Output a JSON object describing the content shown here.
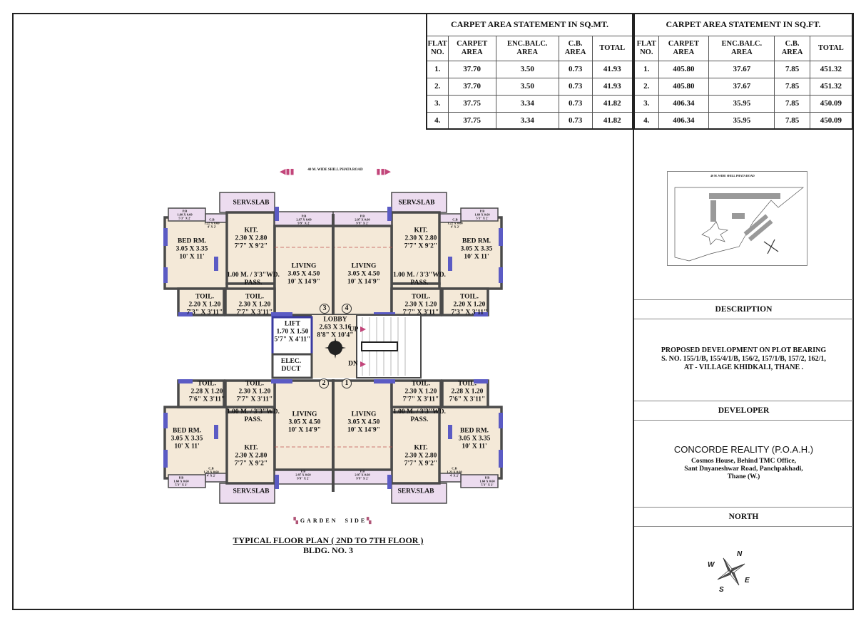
{
  "carpet_tables": {
    "sqmt": {
      "title": "CARPET AREA STATEMENT IN SQ.MT.",
      "headers": [
        "FLAT\nNO.",
        "CARPET\nAREA",
        "ENC.BALC.\nAREA",
        "C.B.\nAREA",
        "TOTAL"
      ],
      "rows": [
        [
          "1.",
          "37.70",
          "3.50",
          "0.73",
          "41.93"
        ],
        [
          "2.",
          "37.70",
          "3.50",
          "0.73",
          "41.93"
        ],
        [
          "3.",
          "37.75",
          "3.34",
          "0.73",
          "41.82"
        ],
        [
          "4.",
          "37.75",
          "3.34",
          "0.73",
          "41.82"
        ]
      ]
    },
    "sqft": {
      "title": "CARPET AREA STATEMENT IN SQ.FT.",
      "headers": [
        "FLAT\nNO.",
        "CARPET\nAREA",
        "ENC.BALC.\nAREA",
        "C.B.\nAREA",
        "TOTAL"
      ],
      "rows": [
        [
          "1.",
          "405.80",
          "37.67",
          "7.85",
          "451.32"
        ],
        [
          "2.",
          "405.80",
          "37.67",
          "7.85",
          "451.32"
        ],
        [
          "3.",
          "406.34",
          "35.95",
          "7.85",
          "450.09"
        ],
        [
          "4.",
          "406.34",
          "35.95",
          "7.85",
          "450.09"
        ]
      ]
    }
  },
  "site_plan": {
    "road_label": "40 M. WIDE SHILL PHATA ROAD"
  },
  "description": {
    "heading": "DESCRIPTION",
    "text": "PROPOSED DEVELOPMENT ON PLOT BEARING\nS. NO. 155/1/B,  155/4/1/B, 156/2, 157/1/B, 157/2, 162/1,\nAT - VILLAGE KHIDKALI, THANE ."
  },
  "developer": {
    "heading": "DEVELOPER",
    "name": "CONCORDE REALITY (P.O.A.H.)",
    "address": "Cosmos House, Behind TMC Office,\nSant Dnyaneshwar Road, Panchpakhadi,\nThane (W.)"
  },
  "north": {
    "heading": "NORTH",
    "n": "N",
    "e": "E",
    "s": "S",
    "w": "W"
  },
  "plan": {
    "road_label": "40 M. WIDE SHILL PHATA ROAD",
    "garden_label": "GARDEN  SIDE",
    "title": "TYPICAL FLOOR PLAN ( 2ND TO 7TH FLOOR )",
    "subtitle": "BLDG. NO. 3",
    "bed": "BED RM.\n3.05 X 3.35\n10' X 11'",
    "kit": "KIT.\n2.30 X 2.80\n7'7\" X 9'2\"",
    "living": "LIVING\n3.05 X 4.50\n10' X 14'9\"",
    "pass": "1.00 M. / 3'3\"WD.\nPASS.",
    "toil_a": "TOIL.\n2.20 X 1.20\n7'3\" X 3'11\"",
    "toil_b": "TOIL.\n2.30 X 1.20\n7'7\" X 3'11\"",
    "toil_c": "TOIL.\n2.28 X 1.20\n7'6\" X 3'11\"",
    "serv": "SERV.SLAB",
    "pb_small": "P.B\n1.60 X 0.60\n5'3\" X 2'",
    "cb": "C.B\n1.22 X 0.60\n4' X 2'",
    "pb_large": "P.B\n2.97 X 0.60\n9'9\" X 2'",
    "lift": "LIFT\n1.70 X 1.50\n5'7\" X 4'11\"",
    "duct": "ELEC.\nDUCT",
    "lobby": "LOBBY\n2.63 X 3.16\n8'8\" X 10'4\"",
    "up": "UP",
    "dn": "DN",
    "flat_numbers": [
      "1",
      "2",
      "3",
      "4"
    ]
  },
  "colors": {
    "room": "#f4e9d8",
    "balcony": "#ecdcef",
    "wall": "#4a4a4a",
    "window": "#5b5bc4",
    "glass": "#41b8d0",
    "arrow": "#c2457a"
  }
}
